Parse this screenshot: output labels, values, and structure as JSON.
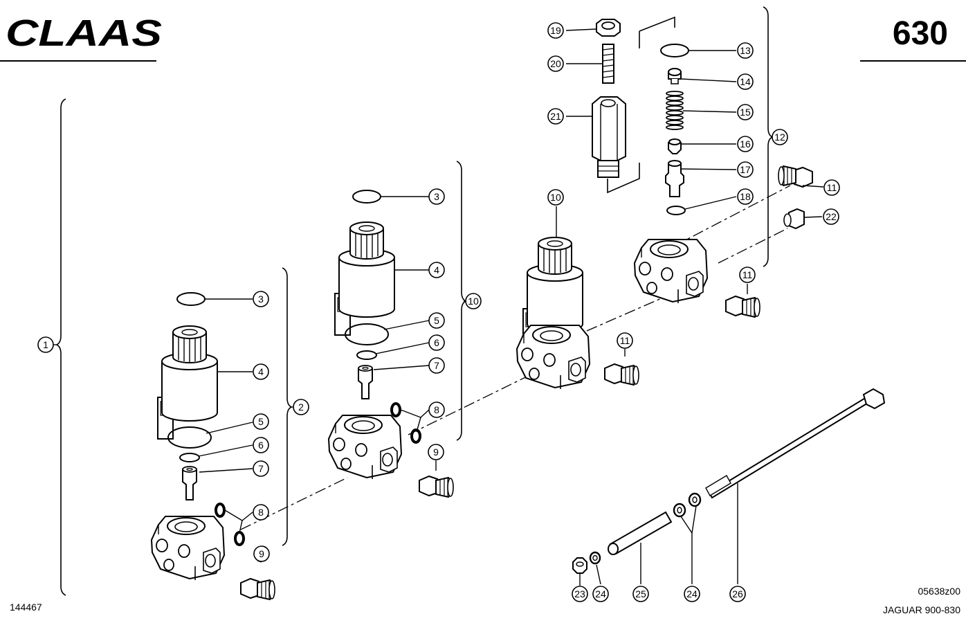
{
  "header": {
    "brand": "CLAAS",
    "page_number": "630"
  },
  "footer": {
    "left_code": "144467",
    "drawing_code": "05638z00",
    "model": "JAGUAR 900-830"
  },
  "callouts": {
    "c1": "1",
    "c2": "2",
    "c3a": "3",
    "c3b": "3",
    "c4a": "4",
    "c4b": "4",
    "c5a": "5",
    "c5b": "5",
    "c6a": "6",
    "c6b": "6",
    "c7a": "7",
    "c7b": "7",
    "c8a": "8",
    "c8b": "8",
    "c9a": "9",
    "c9b": "9",
    "c10a": "10",
    "c10b": "10",
    "c11a": "11",
    "c11b": "11",
    "c11c": "11",
    "c12": "12",
    "c13": "13",
    "c14": "14",
    "c15": "15",
    "c16": "16",
    "c17": "17",
    "c18": "18",
    "c19": "19",
    "c20": "20",
    "c21": "21",
    "c22": "22",
    "c23": "23",
    "c24a": "24",
    "c24b": "24",
    "c25": "25",
    "c26": "26"
  }
}
